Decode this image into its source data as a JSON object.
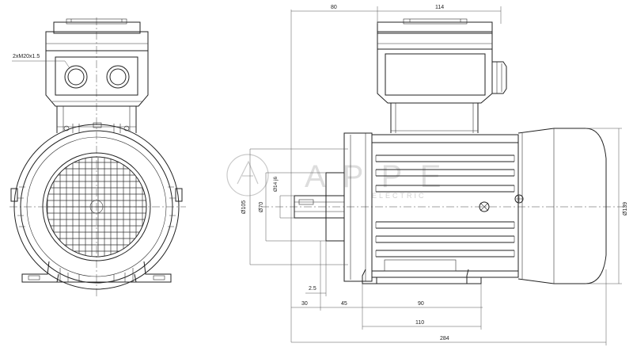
{
  "drawing": {
    "cable_entry_label": "2xM20x1.5",
    "watermark": {
      "brand": "A P P E",
      "subtitle": "ELECTRIC"
    },
    "dimensions": {
      "top_left": "80",
      "top_right": "114",
      "shaft_offset": "2.5",
      "bottom_30": "30",
      "bottom_45": "45",
      "bottom_90": "90",
      "bottom_110": "110",
      "overall_length": "284",
      "flange_dia": "Ø105",
      "spigot_dia": "Ø70",
      "shaft_dia": "Ø14 j6",
      "body_dia": "Ø139"
    }
  }
}
